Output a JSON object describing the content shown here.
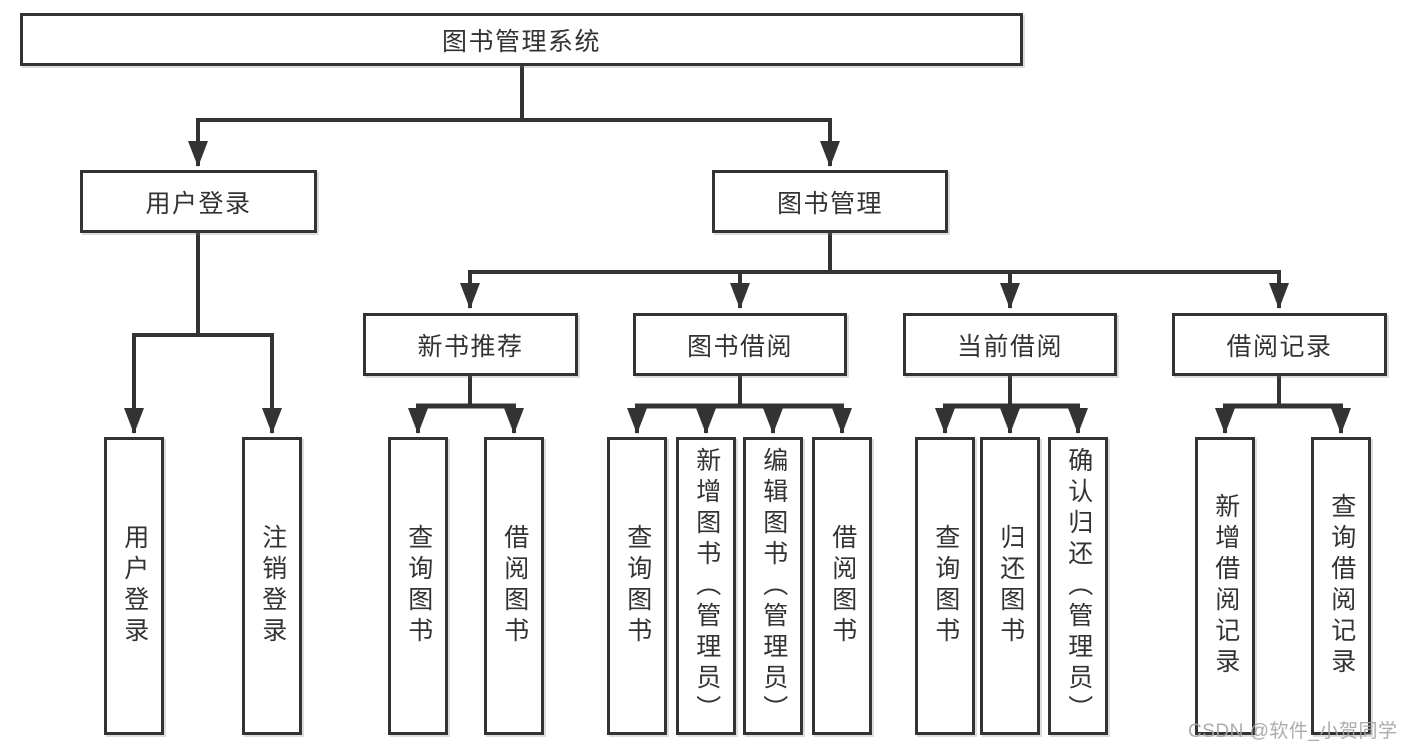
{
  "hierarchy": {
    "label": "图书管理系统",
    "children": [
      {
        "label": "用户登录",
        "children": [
          {
            "label": "用户登录"
          },
          {
            "label": "注销登录"
          }
        ]
      },
      {
        "label": "图书管理",
        "children": [
          {
            "label": "新书推荐",
            "children": [
              {
                "label": "查询图书"
              },
              {
                "label": "借阅图书"
              }
            ]
          },
          {
            "label": "图书借阅",
            "children": [
              {
                "label": "查询图书"
              },
              {
                "label": "新增图书（管理员）"
              },
              {
                "label": "编辑图书（管理员）"
              },
              {
                "label": "借阅图书"
              }
            ]
          },
          {
            "label": "当前借阅",
            "children": [
              {
                "label": "查询图书"
              },
              {
                "label": "归还图书"
              },
              {
                "label": "确认归还（管理员）"
              }
            ]
          },
          {
            "label": "借阅记录",
            "children": [
              {
                "label": "新增借阅记录"
              },
              {
                "label": "查询借阅记录"
              }
            ]
          }
        ]
      }
    ]
  },
  "watermark": {
    "text": "CSDN @软件_小贺同学"
  },
  "colors": {
    "line": "#333333",
    "text": "#333333",
    "box_background": "#ffffff",
    "watermark": "#a5a5a5"
  }
}
